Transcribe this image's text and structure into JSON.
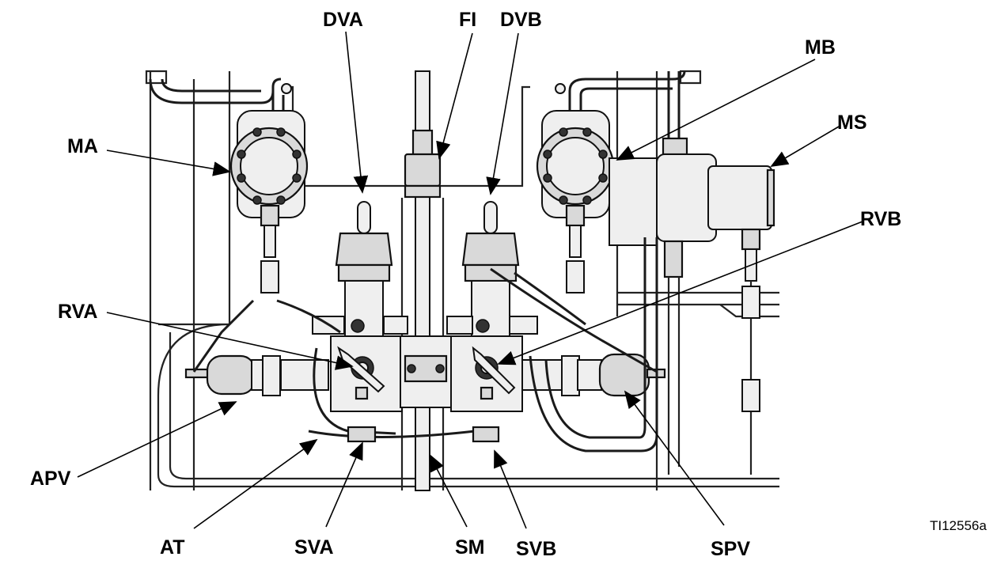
{
  "labels": {
    "DVA": "DVA",
    "FI": "FI",
    "DVB": "DVB",
    "MB": "MB",
    "MA": "MA",
    "MS": "MS",
    "RVB": "RVB",
    "RVA": "RVA",
    "APV": "APV",
    "AT": "AT",
    "SVA": "SVA",
    "SM": "SM",
    "SVB": "SVB",
    "SPV": "SPV"
  },
  "figure_ref": "TI12556a"
}
